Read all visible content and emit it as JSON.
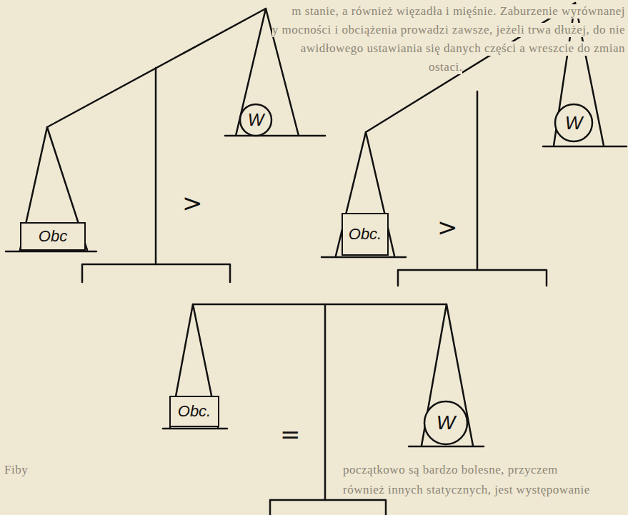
{
  "diagram": {
    "nodes": [
      {
        "text": [
          "Obc"
        ]
      },
      {
        "text": [
          "W"
        ]
      },
      {
        "text": [
          "Obc."
        ]
      },
      {
        "text": [
          "W"
        ]
      },
      {
        "text": [
          "Obc."
        ]
      },
      {
        "text": [
          "W"
        ]
      }
    ],
    "labels": [
      "m stanie, a również więzadła i mięśnie. Zaburzenie wyrównanej",
      "y mocności i obciążenia prowadzi zawsze, jeżeli trwa dłużej, do nie",
      "awidłowego ustawiania się danych części a wreszcie do zmian",
      "ostaci.",
      ">",
      ">",
      "=",
      "Fiby",
      "początkowo są bardzo bolesne, przyczem",
      "również innych statycznych, jest występowanie"
    ]
  }
}
